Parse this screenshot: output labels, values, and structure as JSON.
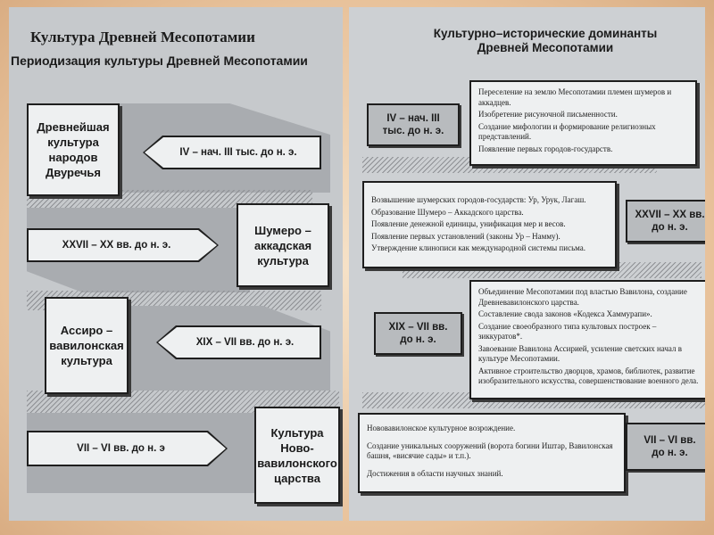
{
  "left_page": {
    "title": "Культура Древней Месопотамии",
    "subtitle": "Периодизация культуры Древней Месопотамии",
    "rows": [
      {
        "culture": "Древнейшая культура народов Двуречья",
        "period": "IV – нач. III тыс. до н. э."
      },
      {
        "culture": "Шумеро – аккадская культура",
        "period": "XXVII – XX вв. до н. э."
      },
      {
        "culture": "Ассиро – вавилонская культура",
        "period": "XIX – VII вв. до н. э."
      },
      {
        "culture": "Культура Ново-вавилонского царства",
        "period": "VII – VI вв. до н. э"
      }
    ]
  },
  "right_page": {
    "title": "Культурно–исторические доминанты Древней Месопотамии",
    "sections": [
      {
        "period": "IV – нач. III\nтыс. до н. э.",
        "items": [
          "Переселение на землю Месопотамии племен шумеров и аккадцев.",
          "Изобретение рисуночной письменности.",
          "Создание мифологии и формирование религиозных представлений.",
          "Появление первых городов-государств."
        ]
      },
      {
        "period": "XXVII – XX вв.\nдо н. э.",
        "items": [
          "Возвышение шумерских городов-государств: Ур, Урук, Лагаш.",
          "Образование Шумеро – Аккадского царства.",
          "Появление денежной единицы, унификация мер и весов.",
          "Появление первых установлений (законы Ур – Намму).",
          "Утверждение клинописи как международной системы письма."
        ]
      },
      {
        "period": "XIX – VII вв.\nдо н. э.",
        "items": [
          "Объединение Месопотамии под властью Вавилона, создание Древневавилонского царства.",
          "Составление свода законов «Кодекса Хаммурапи».",
          "Создание своеобразного типа культовых построек – зиккуратов*.",
          "Завоевание Вавилона Ассирией, усиление светских начал в культуре Месопотамии.",
          "Активное строительство дворцов, храмов, библиотек, развитие изобразительного искусства, совершенствование военного дела."
        ]
      },
      {
        "period": "VII – VI вв.\nдо н. э.",
        "items": [
          "Нововавилонское культурное возрождение.",
          "Создание уникальных сооружений (ворота богини Иштар, Вавилонская башня, «висячие сады» и т.п.).",
          "Достижения в области научных знаний."
        ]
      }
    ]
  }
}
